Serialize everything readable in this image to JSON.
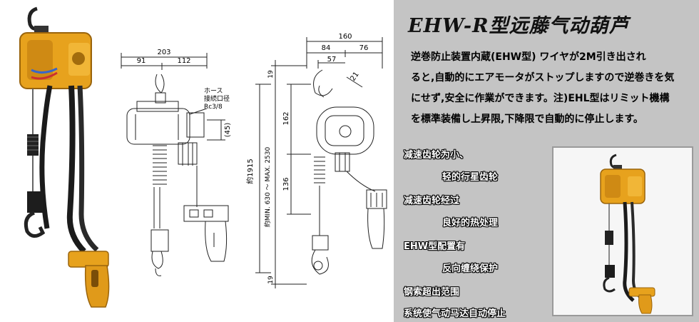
{
  "title": "EHW-R型远藤气动葫芦",
  "description_lines": [
    "逆巻防止装置内蔵(EHW型) ワイヤが2M引き出され",
    "ると,自動的にエアモータがストップしますので逆巻きを気",
    "にせず,安全に作業ができます。注)EHL型はリミット機構",
    "を標準装備し上昇限,下降限で自動的に停止します。"
  ],
  "features": [
    "减速齿轮为小、",
    "轻的行星齿轮",
    "减速齿轮经过",
    "良好的热处理",
    "EHW型配置有",
    "反向缠绕保护",
    "钢索超出范围",
    "系统使气动马达自动停止"
  ],
  "drawing": {
    "dim_203": "203",
    "dim_91": "91",
    "dim_112": "112",
    "dim_160": "160",
    "dim_84": "84",
    "dim_76": "76",
    "dim_57": "57",
    "dim_21": "21",
    "dim_162": "162",
    "dim_136": "136",
    "dim_45": "(45)",
    "dim_19_top": "19",
    "dim_19_bottom": "19",
    "dim_1915": "約1915",
    "dim_range": "約MIN. 630 ～ MAX. 2530",
    "hose_label_1": "ホース",
    "hose_label_2": "接続口径",
    "hose_label_3": "Rc3/8"
  },
  "colors": {
    "hoist_yellow": "#e7a21d",
    "hoist_dark": "#b87a10",
    "right_panel_bg": "#c4c4c4"
  }
}
